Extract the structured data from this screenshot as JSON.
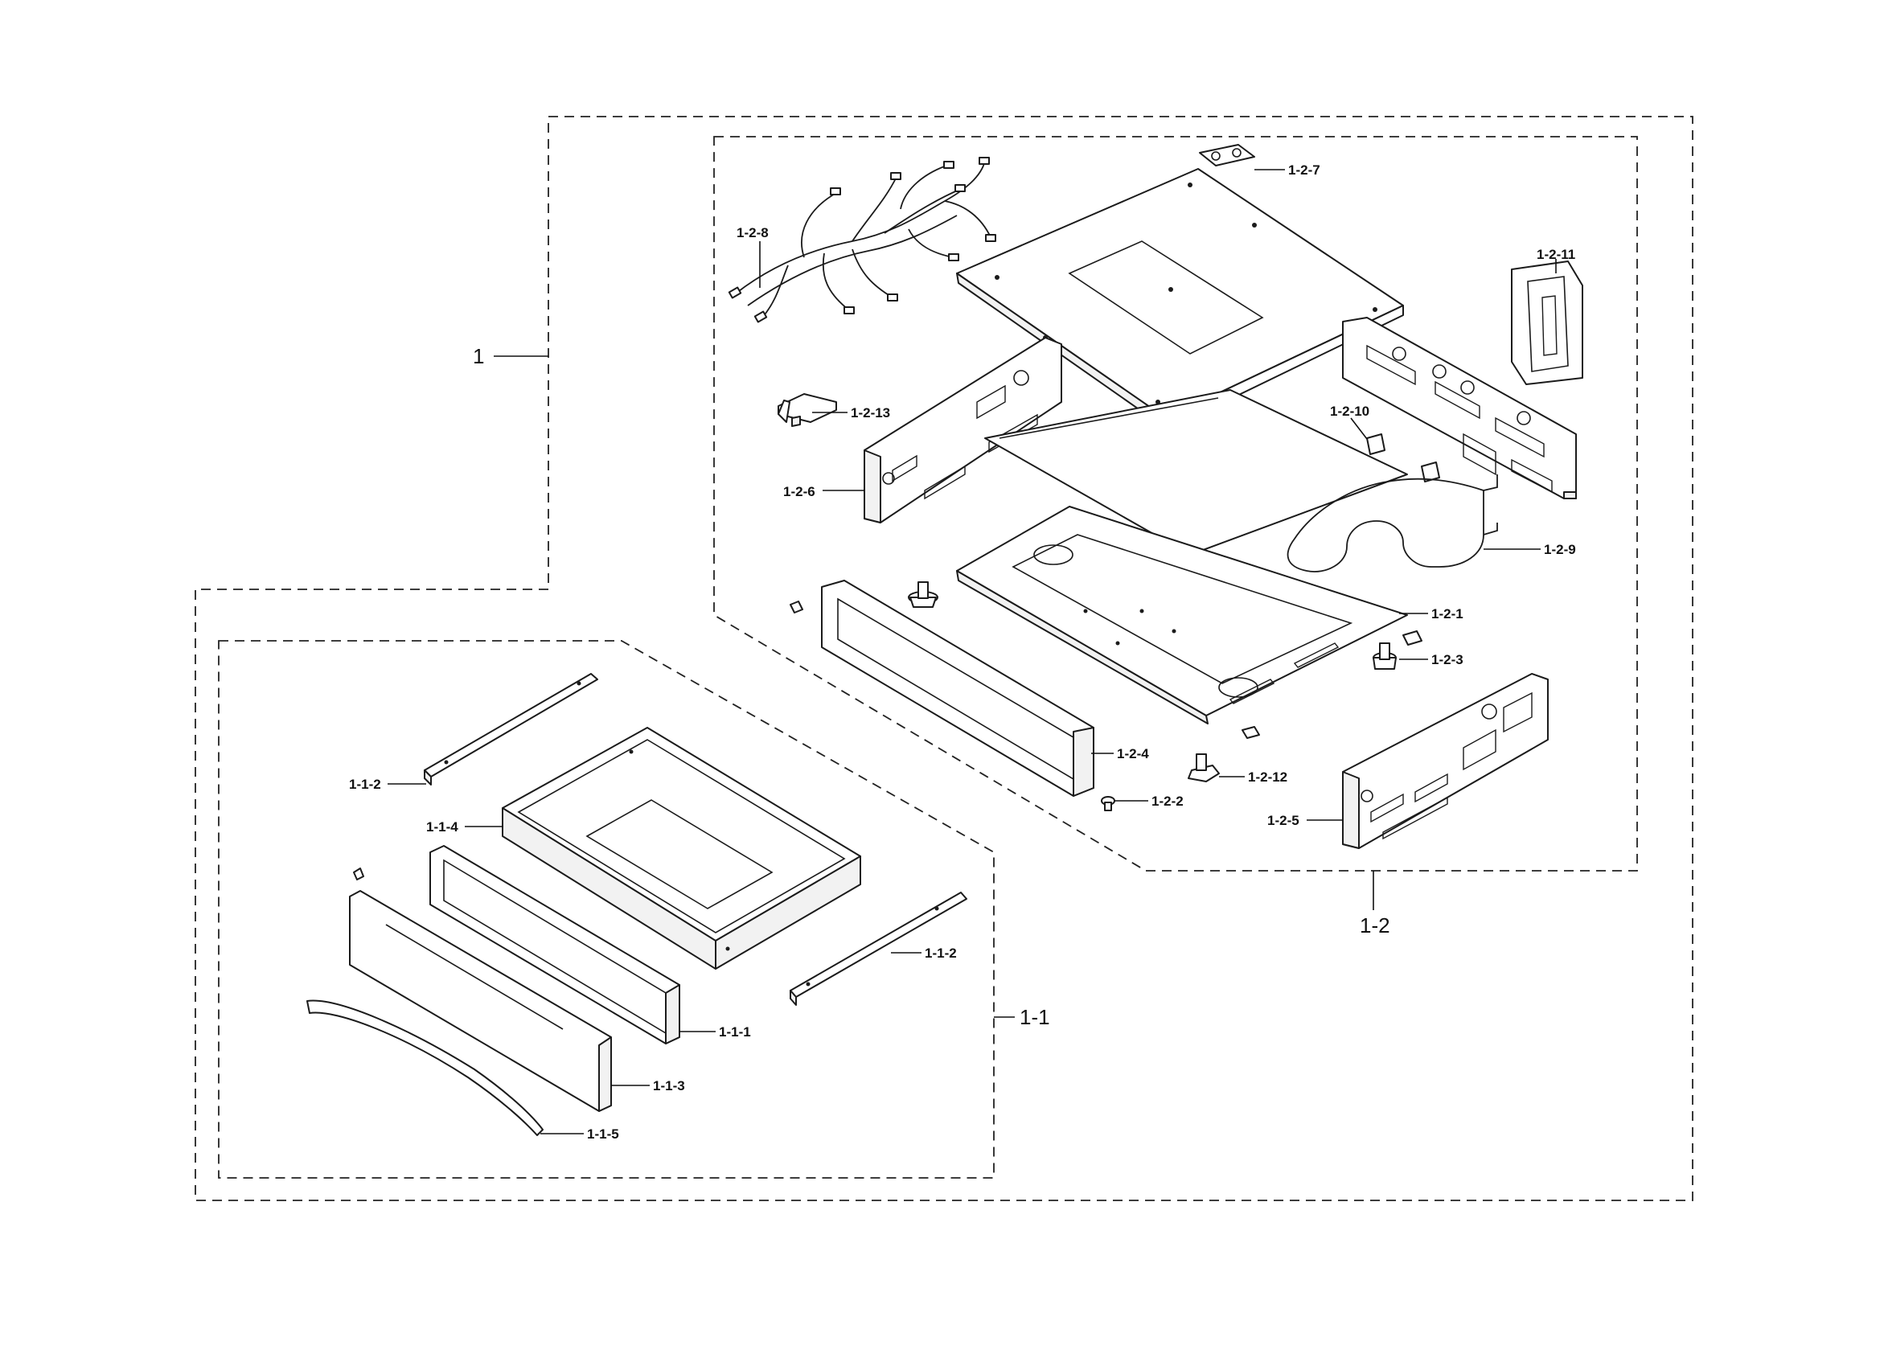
{
  "labels": {
    "assembly": "1",
    "sub_1_2": "1-2",
    "sub_1_1": "1-1",
    "p_1_2_7": "1-2-7",
    "p_1_2_8": "1-2-8",
    "p_1_2_11": "1-2-11",
    "p_1_2_13": "1-2-13",
    "p_1_2_10": "1-2-10",
    "p_1_2_6": "1-2-6",
    "p_1_2_9": "1-2-9",
    "p_1_2_1": "1-2-1",
    "p_1_2_3": "1-2-3",
    "p_1_2_4": "1-2-4",
    "p_1_2_12": "1-2-12",
    "p_1_2_2": "1-2-2",
    "p_1_2_5": "1-2-5",
    "p_1_1_2_left": "1-1-2",
    "p_1_1_4": "1-1-4",
    "p_1_1_2_right": "1-1-2",
    "p_1_1_1": "1-1-1",
    "p_1_1_3": "1-1-3",
    "p_1_1_5": "1-1-5"
  }
}
